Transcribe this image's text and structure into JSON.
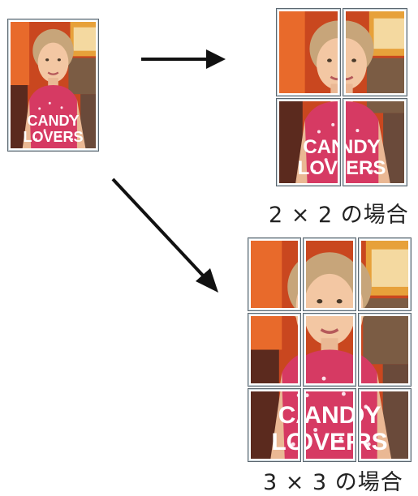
{
  "source_photo": {
    "overlay_text_line1": "CANDY",
    "overlay_text_line2": "LOVERS",
    "colors": {
      "background_red": "#c9471f",
      "background_orange": "#e7a13a",
      "shirt_pink": "#d63a63",
      "skin": "#f3c7a3",
      "hair": "#c7a57a",
      "frame": "#5b6770"
    }
  },
  "captions": {
    "grid_2x2": "2 × 2 の場合",
    "grid_3x3": "3 × 3 の場合"
  },
  "arrows": {
    "color": "#111111"
  }
}
